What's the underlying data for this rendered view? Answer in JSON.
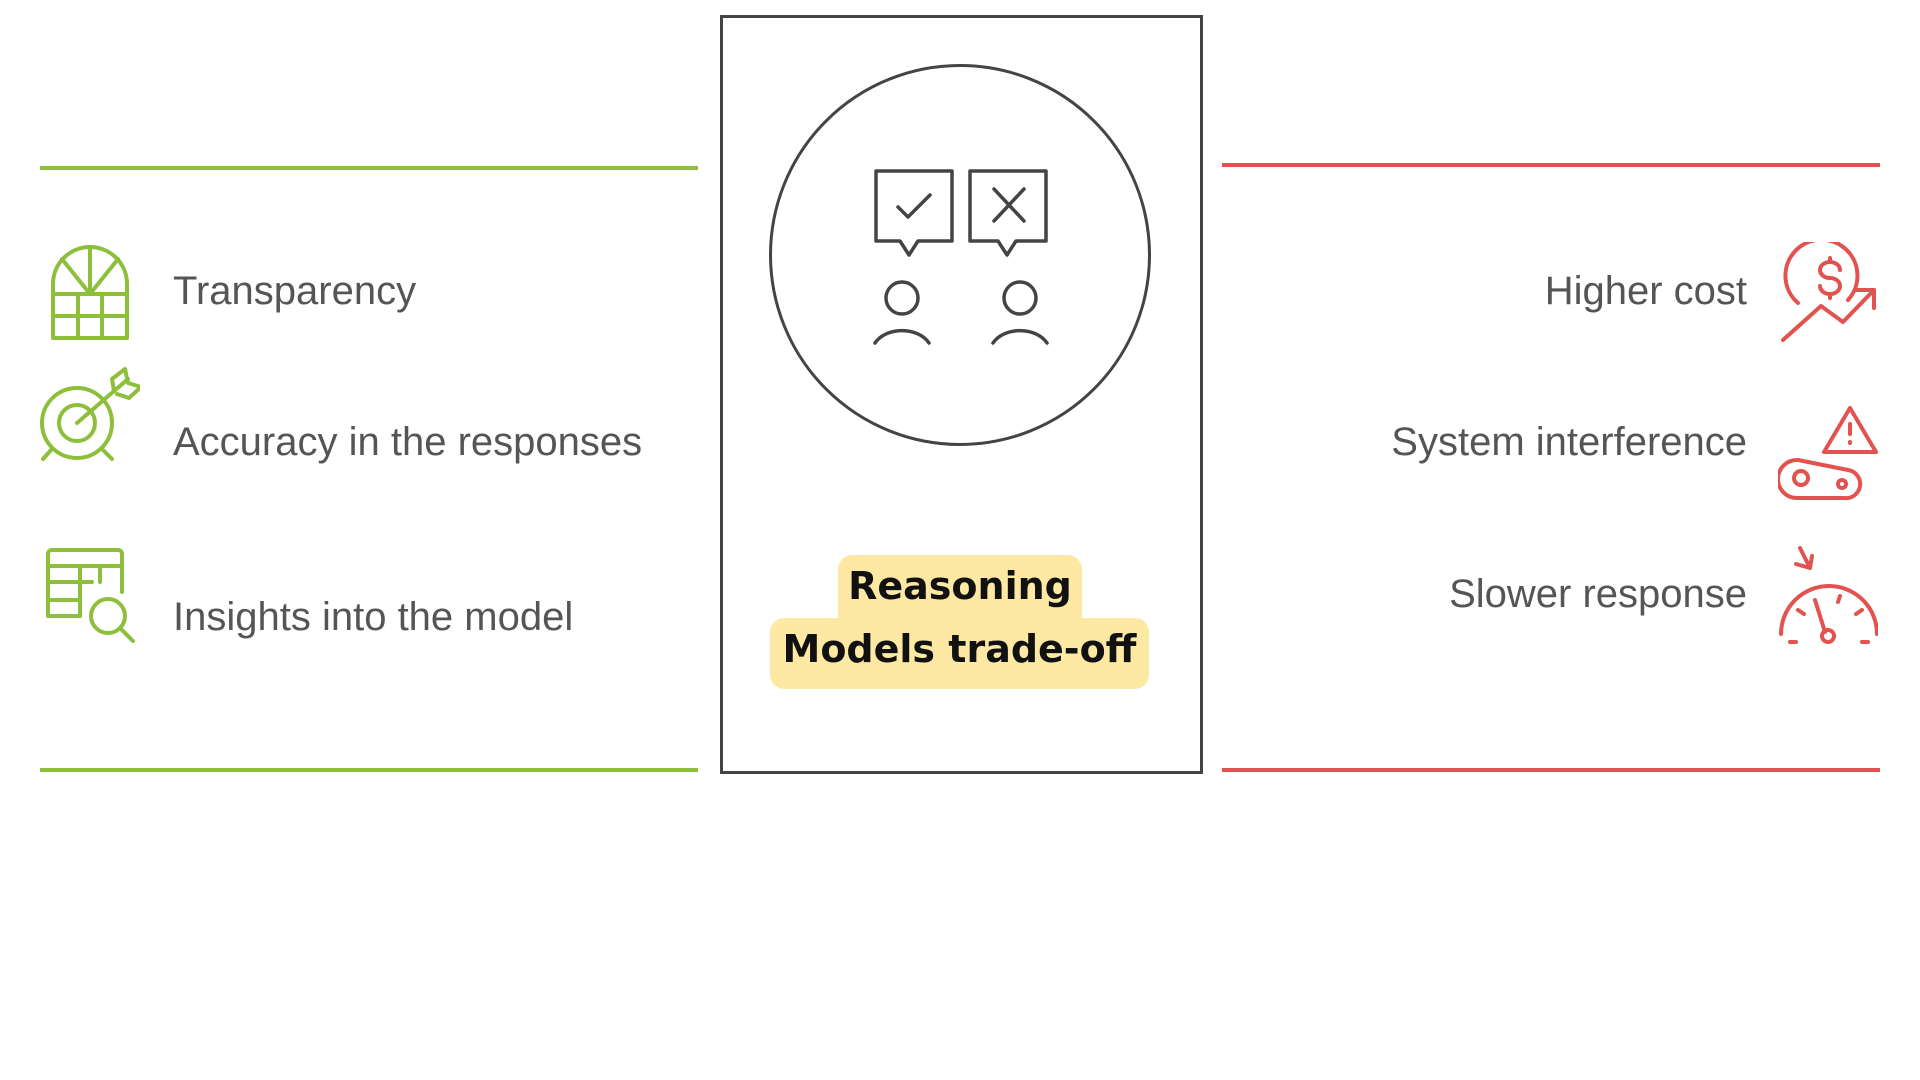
{
  "center": {
    "title_line1": "Reasoning",
    "title_line2": "Models trade-off",
    "icon": "debate-approve-reject-icon"
  },
  "pros": {
    "color": "#8dbf3b",
    "items": [
      {
        "label": "Transparency",
        "icon": "window-icon"
      },
      {
        "label": "Accuracy in the responses",
        "icon": "target-arrow-icon"
      },
      {
        "label": "Insights into the model",
        "icon": "table-search-icon"
      }
    ]
  },
  "cons": {
    "color": "#e2524f",
    "items": [
      {
        "label": "Higher cost",
        "icon": "cost-increase-icon"
      },
      {
        "label": "System interference",
        "icon": "warning-gear-icon"
      },
      {
        "label": "Slower response",
        "icon": "speedometer-down-icon"
      }
    ]
  }
}
